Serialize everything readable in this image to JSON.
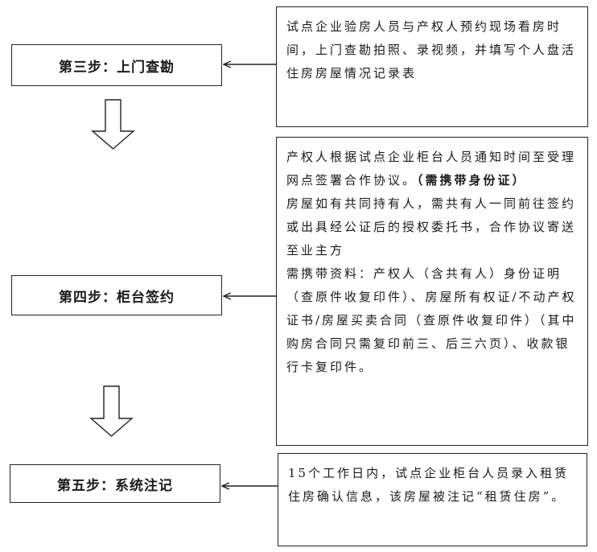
{
  "steps": [
    {
      "label": "第三步：上门查勘"
    },
    {
      "label": "第四步：柜台签约"
    },
    {
      "label": "第五步：系统注记"
    }
  ],
  "descriptions": {
    "step3": "试点企业验房人员与产权人预约现场看房时间，上门查勘拍照、录视频，并填写个人盘活住房房屋情况记录表",
    "step4": {
      "line1": "产权人根据试点企业柜台人员通知时间至受理网点签署合作协议。",
      "line1_bold": "（需携带身份证）",
      "line2": "房屋如有共同持有人，需共有人一同前往签约或出具经公证后的授权委托书，合作协议寄送至业主方",
      "line3": "需携带资料：产权人（含共有人）身份证明（查原件收复印件）、房屋所有权证/不动产权证书/房屋买卖合同（查原件收复印件）（其中购房合同只需复印前三、后三六页）、收款银行卡复印件。"
    },
    "step5": "15个工作日内，试点企业柜台人员录入租赁住房确认信息，该房屋被注记“租赁住房”。"
  }
}
